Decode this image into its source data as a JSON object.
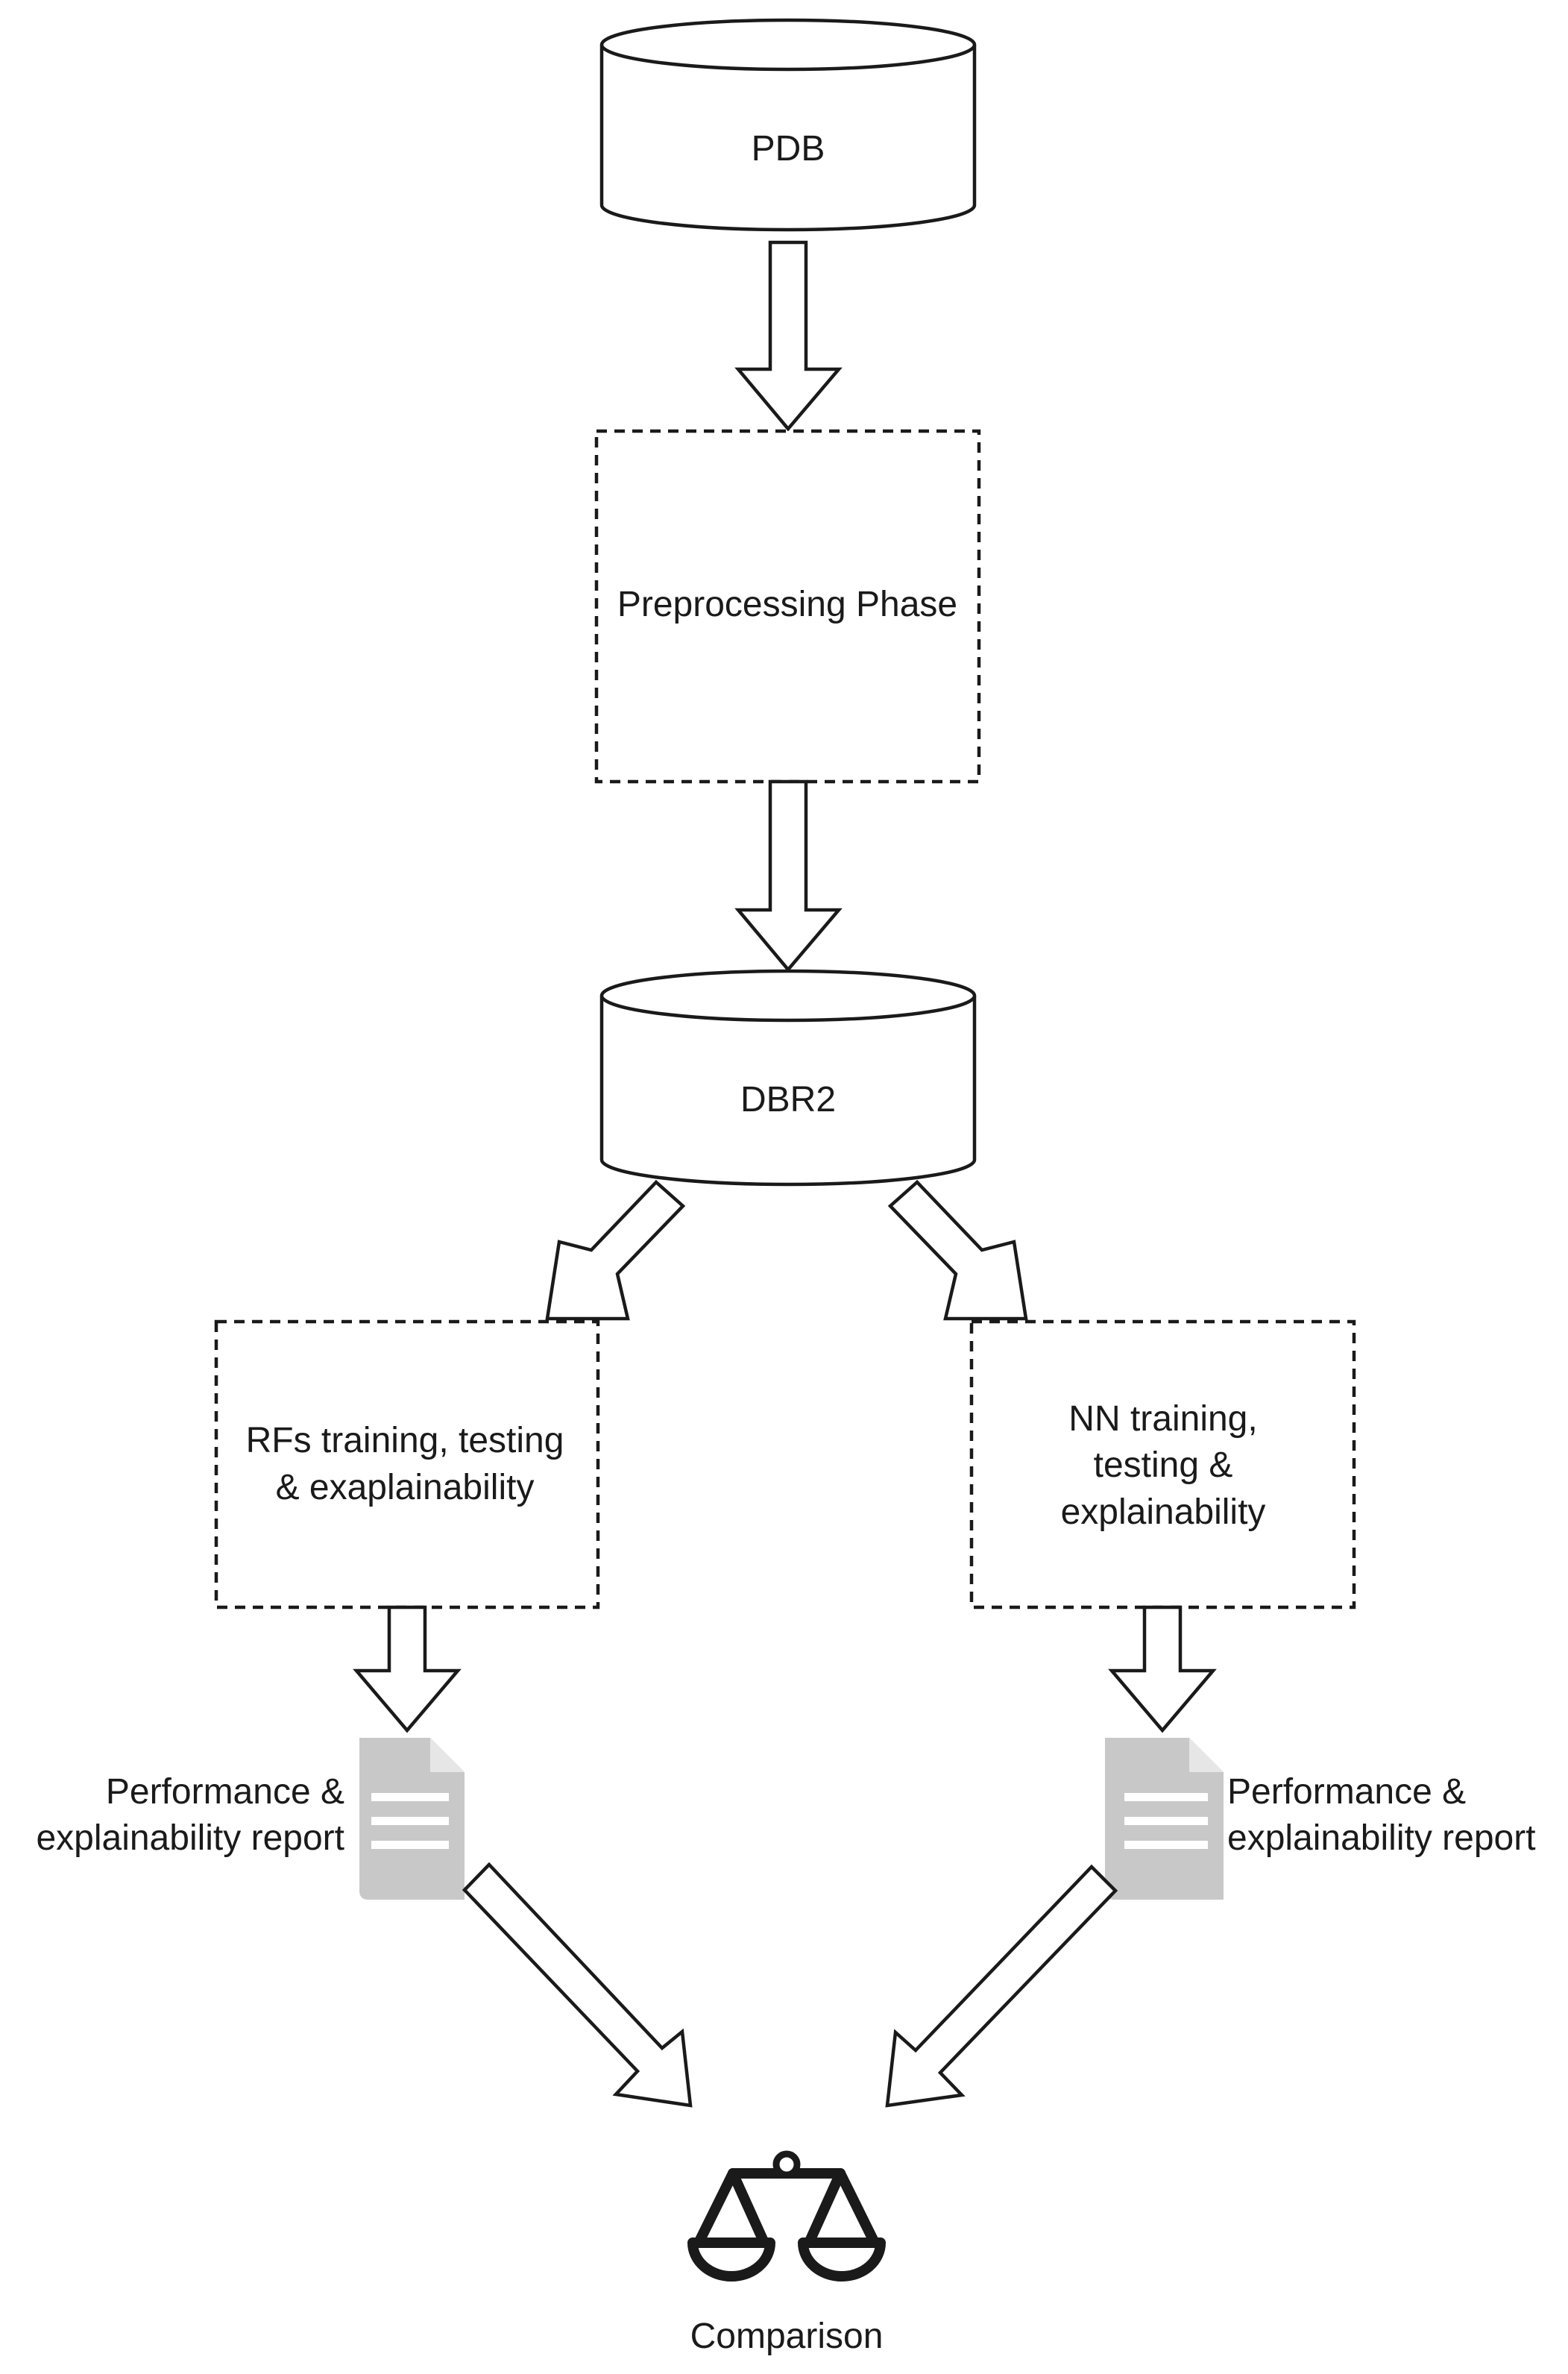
{
  "nodes": {
    "pdb": "PDB",
    "preprocessing": "Preprocessing Phase",
    "dbr2": "DBR2",
    "rf": [
      "RFs training, testing",
      "& exaplainability"
    ],
    "nn": [
      "NN training,",
      "testing &",
      "explainability"
    ],
    "report_left": [
      "Performance &",
      "explainability report"
    ],
    "report_right": [
      "Performance &",
      "explainability report"
    ],
    "comparison": "Comparison"
  },
  "icons": {
    "database": "database-cylinder-icon",
    "document": "document-icon",
    "scale": "balance-scale-icon"
  },
  "colors": {
    "stroke": "#1a1a1a",
    "document": "#c8c8c8"
  }
}
